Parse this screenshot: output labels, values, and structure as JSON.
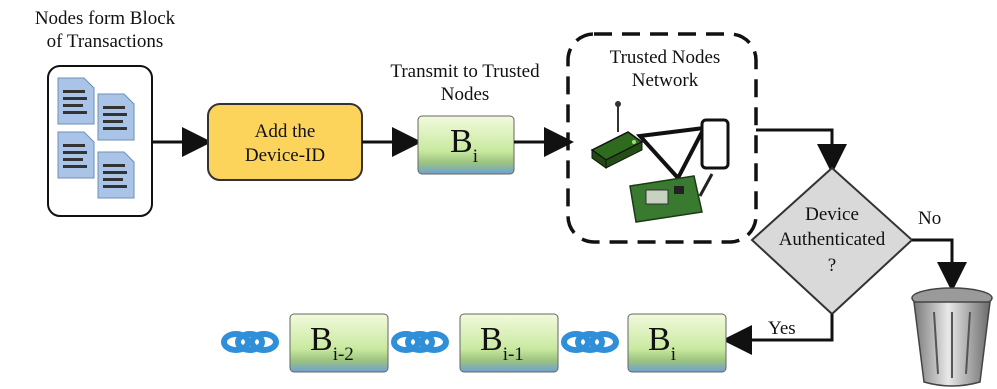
{
  "source_label": [
    "Nodes form Block",
    "of Transactions"
  ],
  "add_device_id": [
    "Add the",
    "Device-ID"
  ],
  "transmit_label": [
    "Transmit to Trusted",
    "Nodes"
  ],
  "trusted_network": [
    "Trusted Nodes",
    "Network"
  ],
  "decision": [
    "Device",
    "Authenticated",
    "?"
  ],
  "no_label": "No",
  "yes_label": "Yes",
  "block_main": "B",
  "block_i": "i",
  "chain_blocks": [
    {
      "main": "B",
      "sub": "i-2"
    },
    {
      "main": "B",
      "sub": "i-1"
    },
    {
      "main": "B",
      "sub": "i"
    }
  ],
  "colors": {
    "device_id_box": "#fcd45c",
    "block_top": "#e6f5c8",
    "block_bottom": "#8ab0d8",
    "decision_fill": "#d9d9d9",
    "chain": "#2f8fd8"
  }
}
